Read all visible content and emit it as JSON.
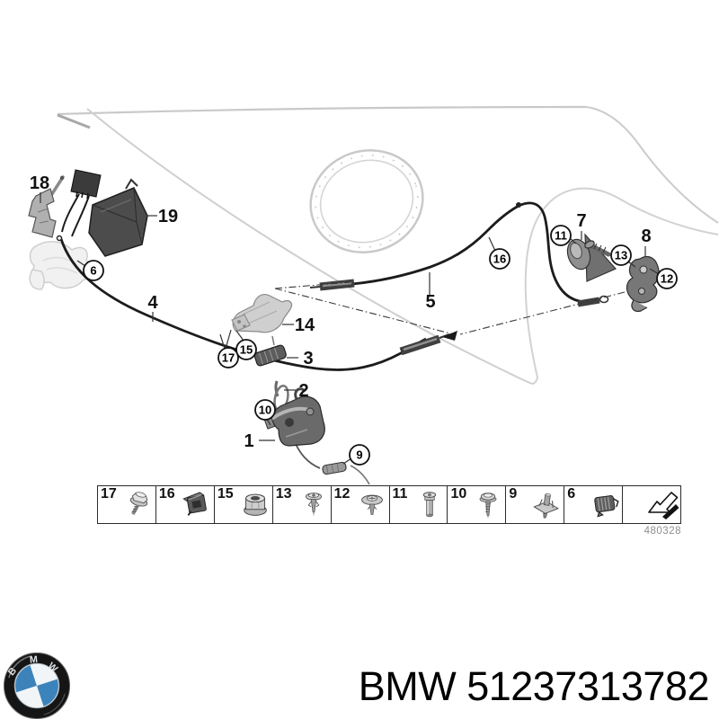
{
  "palette": {
    "bmw_blue": "#3c83bb",
    "line_gray": "#cccccc",
    "ink": "#111111"
  },
  "diagram": {
    "ref_number": "480328",
    "plain_callouts": [
      {
        "id": "18"
      },
      {
        "id": "19"
      },
      {
        "id": "4"
      },
      {
        "id": "14"
      },
      {
        "id": "3"
      },
      {
        "id": "2"
      },
      {
        "id": "1"
      },
      {
        "id": "5"
      },
      {
        "id": "7"
      },
      {
        "id": "8"
      }
    ],
    "circled_callouts": [
      {
        "id": "6"
      },
      {
        "id": "17"
      },
      {
        "id": "15"
      },
      {
        "id": "10"
      },
      {
        "id": "9"
      },
      {
        "id": "16"
      },
      {
        "id": "11"
      },
      {
        "id": "13"
      },
      {
        "id": "12"
      }
    ]
  },
  "strip": {
    "cells": [
      {
        "label": "17",
        "icon": "hex-flange-screw"
      },
      {
        "label": "16",
        "icon": "cage-nut-clip"
      },
      {
        "label": "15",
        "icon": "flange-nut"
      },
      {
        "label": "13",
        "icon": "expanding-rivet"
      },
      {
        "label": "12",
        "icon": "washer-head-screw"
      },
      {
        "label": "11",
        "icon": "cylinder-screw"
      },
      {
        "label": "10",
        "icon": "pan-head-screw"
      },
      {
        "label": "9",
        "icon": "expansion-clip"
      },
      {
        "label": "6",
        "icon": "cable-clip"
      },
      {
        "label": "",
        "icon": "direction-arrow"
      }
    ]
  },
  "footer": {
    "brand_title": "BMW 51237313782",
    "logo_letters": [
      "B",
      "M",
      "W"
    ]
  }
}
